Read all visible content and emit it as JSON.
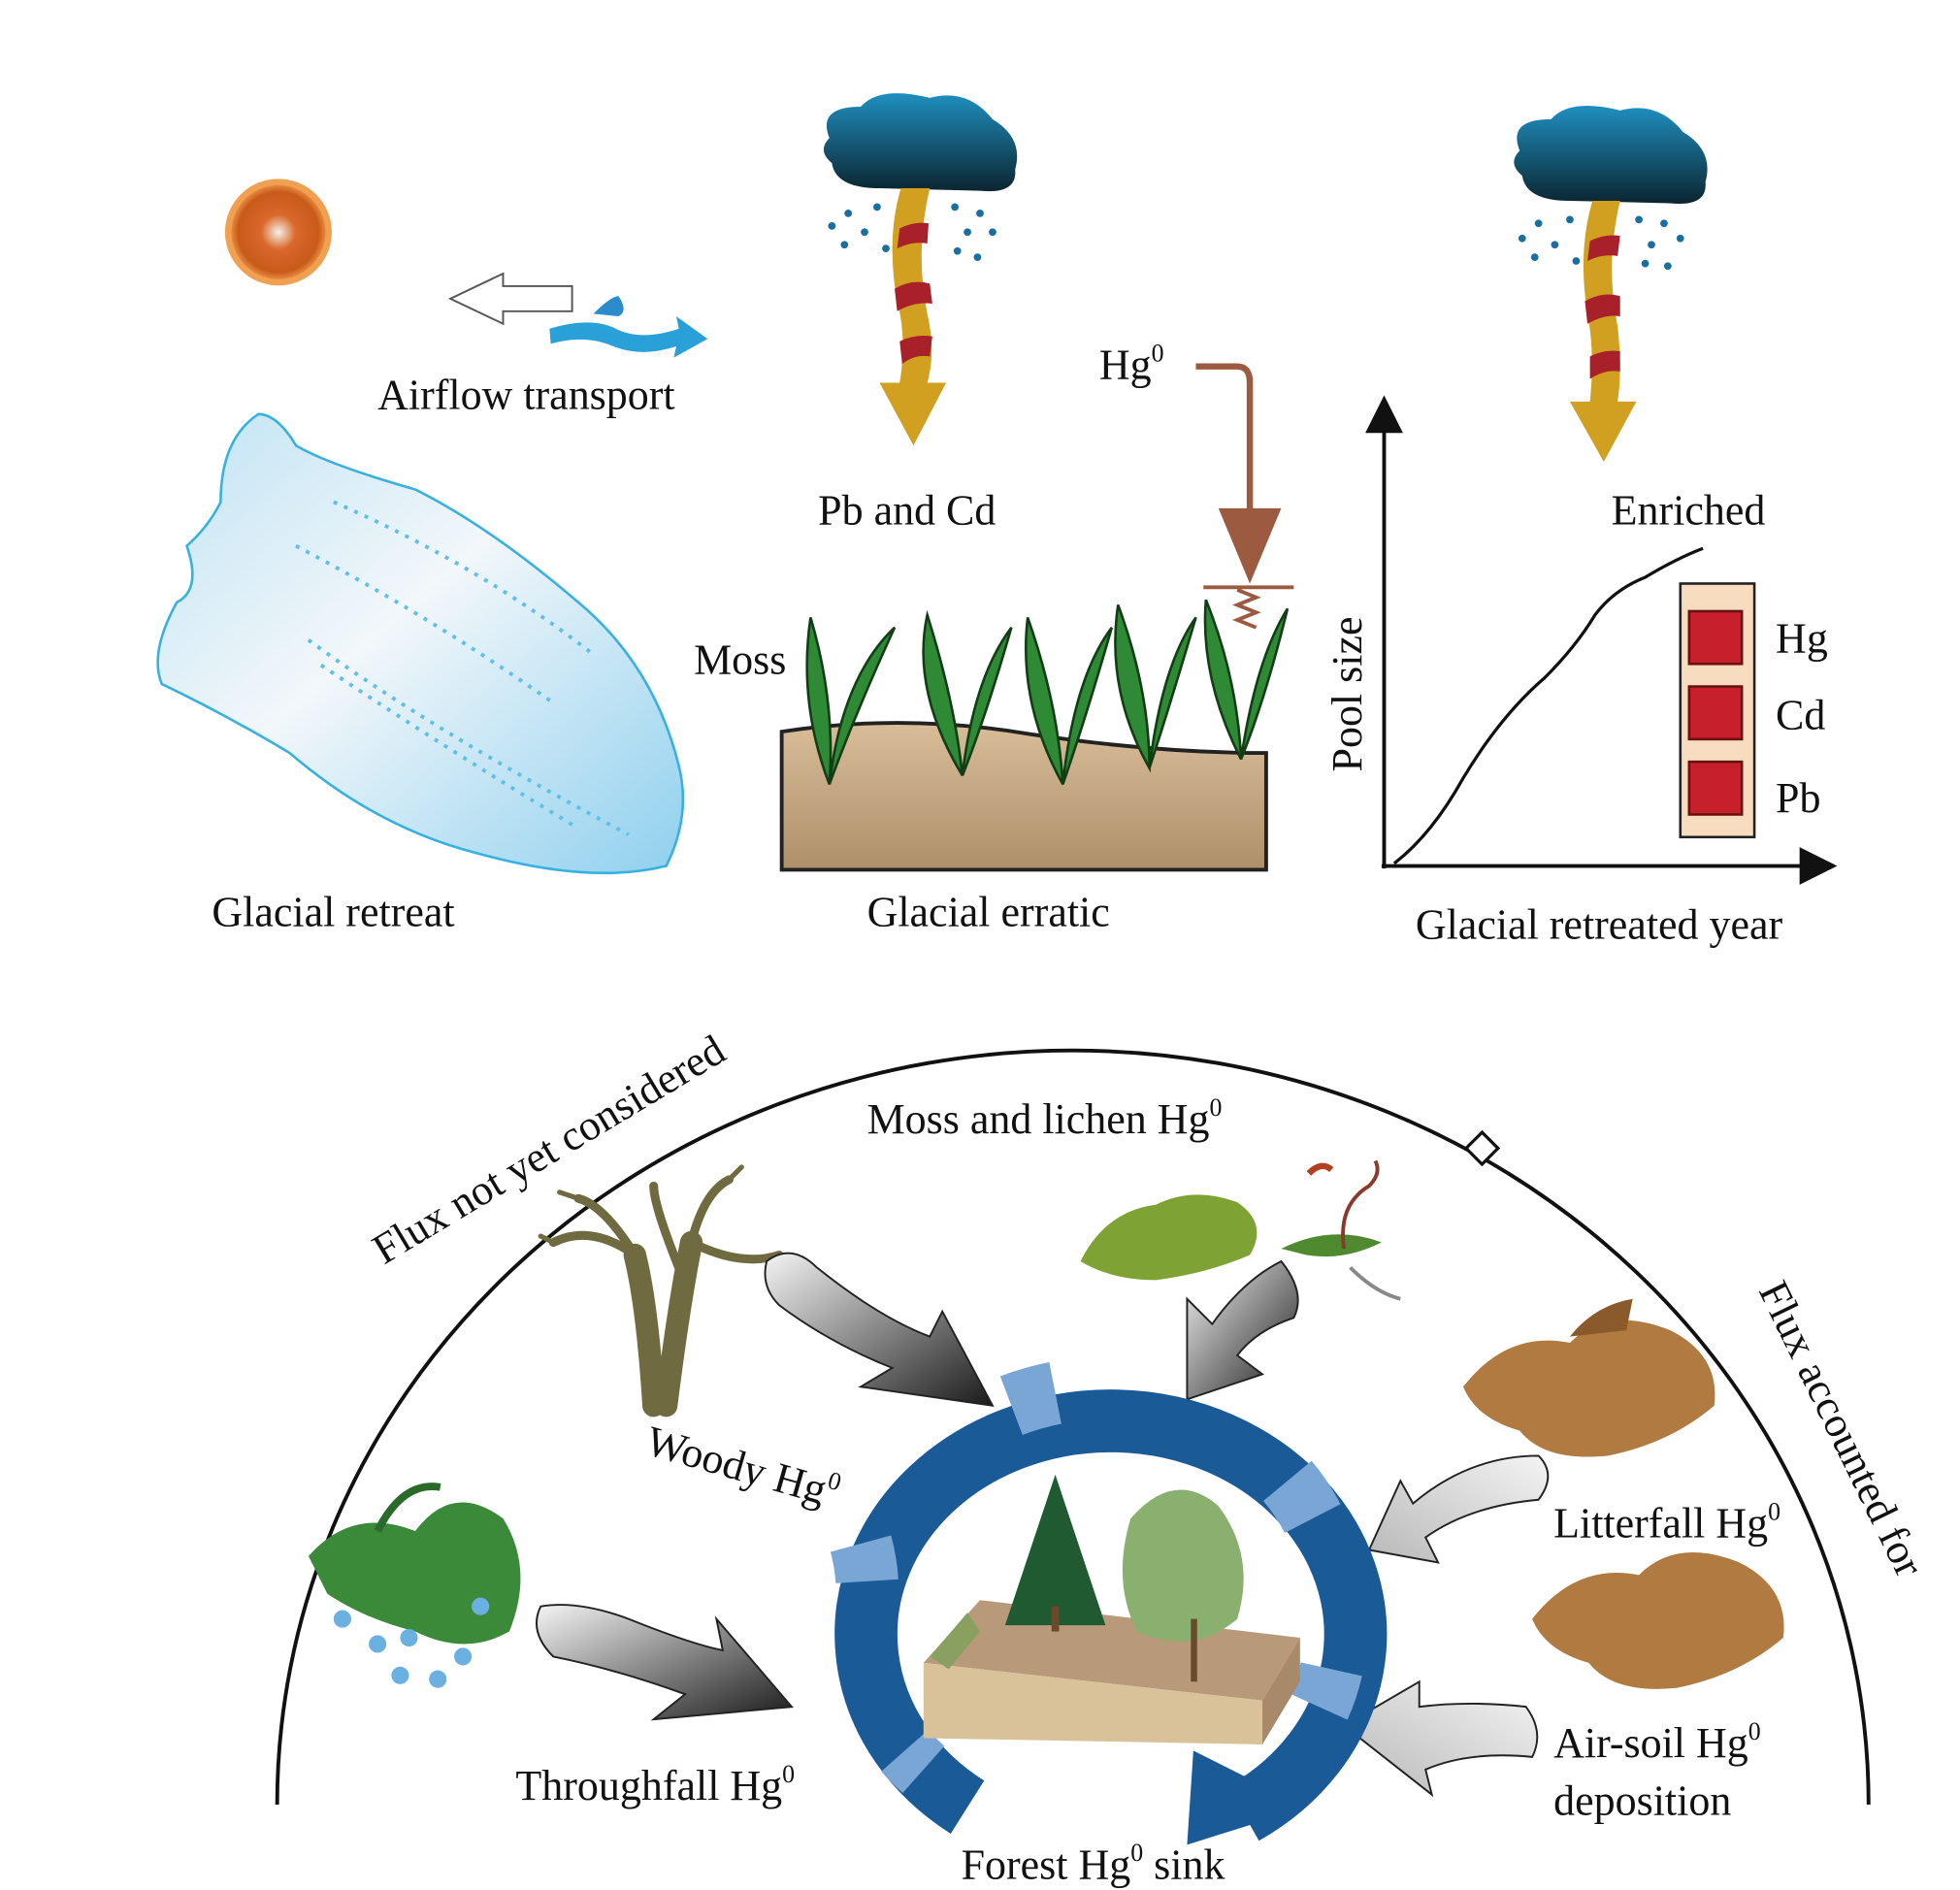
{
  "top": {
    "airflow_label": "Airflow transport",
    "glacial_retreat_label": "Glacial retreat",
    "pb_cd_label": "Pb and Cd",
    "hg_label": "Hg",
    "hg_sup": "0",
    "moss_label": "Moss",
    "glacial_erratic_label": "Glacial erratic",
    "enriched_label": "Enriched"
  },
  "graph": {
    "y_label": "Pool size",
    "x_label": "Glacial retreated year",
    "legend": [
      "Hg",
      "Cd",
      "Pb"
    ],
    "legend_color": "#c8202a"
  },
  "bottom": {
    "flux_not_considered": "Flux not yet considered",
    "flux_accounted": "Flux accounted for",
    "moss_lichen": "Moss and lichen Hg",
    "woody": "Woody Hg",
    "litterfall": "Litterfall Hg",
    "air_soil": "Air-soil Hg",
    "deposition": "deposition",
    "throughfall": "Throughfall Hg",
    "forest_sink_a": "Forest Hg",
    "forest_sink_b": " sink",
    "sup": "0"
  },
  "colors": {
    "ring": "#1a5a97",
    "ring_light": "#7aa6d6",
    "sun": "#e07a2a",
    "soil": "#c9ad8a",
    "moss": "#2f8a35",
    "arrow_gold": "#d2a020",
    "stripe_red": "#a8202a"
  }
}
